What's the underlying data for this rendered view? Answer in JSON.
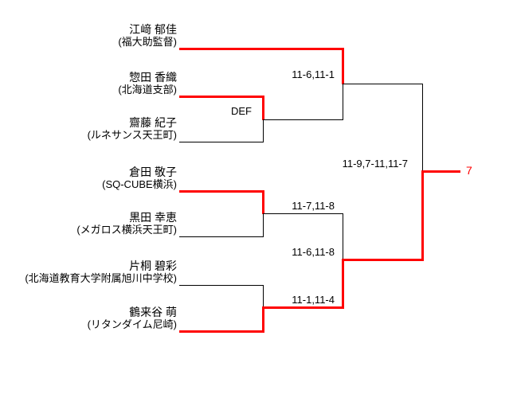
{
  "colors": {
    "winner_path": "#ff0000",
    "bracket_line": "#000000",
    "text": "#000000"
  },
  "players": [
    {
      "name": "江﨑 郁佳",
      "club": "(福大助監督)"
    },
    {
      "name": "惣田 香織",
      "club": "(北海道支部)"
    },
    {
      "name": "齋藤 紀子",
      "club": "(ルネサンス天王町)"
    },
    {
      "name": "倉田 敬子",
      "club": "(SQ-CUBE横浜)"
    },
    {
      "name": "黒田 幸恵",
      "club": "(メガロス横浜天王町)"
    },
    {
      "name": "片桐 碧彩",
      "club": "(北海道教育大学附属旭川中学校)"
    },
    {
      "name": "鶴来谷 萌",
      "club": "(リタンダイム尼崎)"
    }
  ],
  "matches": {
    "round1_top": {
      "score": "DEF",
      "winner": "惣田 香織"
    },
    "round1_middle": {
      "score": "11-7,11-8",
      "winner": "倉田 敬子"
    },
    "round1_bottom": {
      "score": "11-1,11-4",
      "winner": "鶴来谷 萌"
    },
    "semifinal_top": {
      "score": "11-6,11-1",
      "winner": "江﨑 郁佳"
    },
    "semifinal_bottom": {
      "score": "11-6,11-8",
      "winner": "鶴来谷 萌"
    },
    "final": {
      "score": "11-9,7-11,11-7",
      "winner": "鶴来谷 萌"
    }
  },
  "champion_mark": "7"
}
